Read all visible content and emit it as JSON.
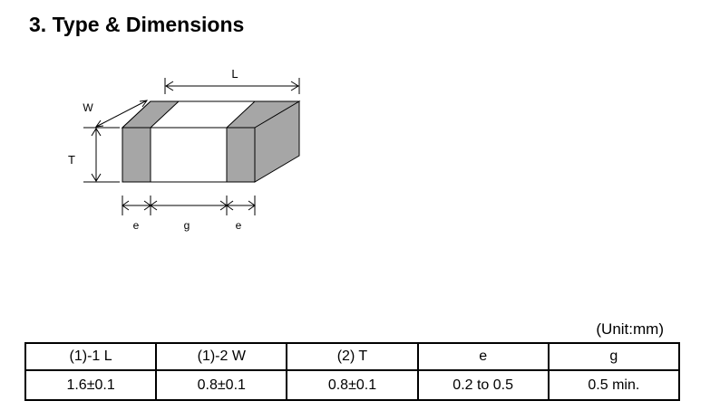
{
  "section": {
    "title": "3. Type & Dimensions"
  },
  "diagram": {
    "labels": {
      "length": "L",
      "width": "W",
      "thickness": "T",
      "electrode_left": "e",
      "gap": "g",
      "electrode_right": "e"
    },
    "colors": {
      "electrode_fill": "#a6a6a6",
      "body_fill": "#ffffff",
      "line": "#000000"
    }
  },
  "unit_note": "(Unit:mm)",
  "table": {
    "headers": [
      "(1)-1 L",
      "(1)-2 W",
      "(2) T",
      "e",
      "g"
    ],
    "values": [
      "1.6±0.1",
      "0.8±0.1",
      "0.8±0.1",
      "0.2 to 0.5",
      "0.5 min."
    ]
  }
}
